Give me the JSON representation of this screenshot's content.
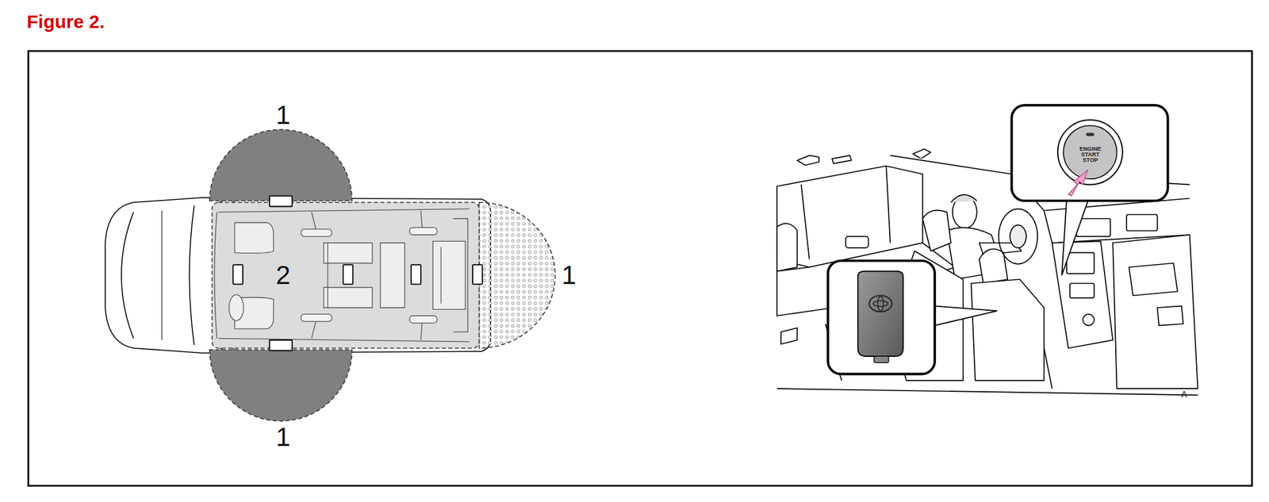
{
  "diagram": {
    "title": "Figure 2.",
    "labels": [
      "1",
      "1",
      "1",
      "2",
      "ENGINE START STOP",
      "A"
    ]
  }
}
